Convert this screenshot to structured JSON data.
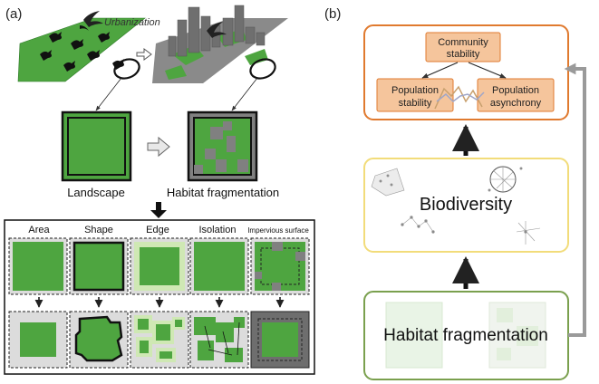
{
  "panel_a": {
    "label": "(a)",
    "urbanization_label": "Urbanization",
    "landscape_label": "Landscape",
    "fragmentation_label": "Habitat fragmentation",
    "metrics": [
      "Area",
      "Shape",
      "Edge",
      "Isolation",
      "Impervious surface"
    ]
  },
  "panel_b": {
    "label": "(b)",
    "community_stability": [
      "Community",
      "stability"
    ],
    "population_stability": [
      "Population",
      "stability"
    ],
    "population_asynchrony": [
      "Population",
      "asynchrony"
    ],
    "biodiversity_label": "Biodiversity",
    "habitat_fragmentation_label": "Habitat fragmentation"
  },
  "colors": {
    "habitat_green": "#4ea540",
    "pale_edge": "#cfe8b4",
    "urban_gray": "#808080",
    "stability_box": "#f5c59c",
    "stability_border": "#e07a2f",
    "biodiversity_border": "#f2dc7a",
    "fragmentation_border": "#7aa04e",
    "feedback_arrow": "#9a9a9a"
  }
}
